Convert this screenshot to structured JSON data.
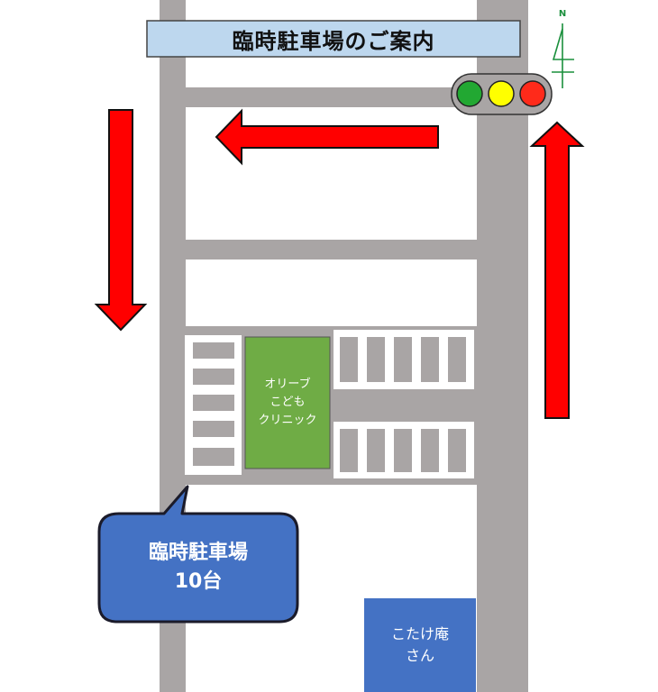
{
  "title": "臨時駐車場のご案内",
  "north_label": "N",
  "clinic": {
    "line1": "オリーブ",
    "line2": "こども",
    "line3": "クリニック"
  },
  "callout": {
    "line1": "臨時駐車場",
    "line2": "10台"
  },
  "kotake": {
    "line1": "こたけ庵",
    "line2": "さん"
  },
  "signal": {
    "lights": [
      "green",
      "yellow",
      "red"
    ]
  },
  "colors": {
    "road": "#a9a5a5",
    "arrow": "#ff0000",
    "clinic": "#6fac45",
    "callout": "#4472c4",
    "shop": "#4472c4",
    "title_bg": "#bdd7ee",
    "signal_green": "#22a832",
    "signal_yellow": "#ffff00",
    "signal_red": "#ff2a1a",
    "north": "#1a8f3c"
  }
}
